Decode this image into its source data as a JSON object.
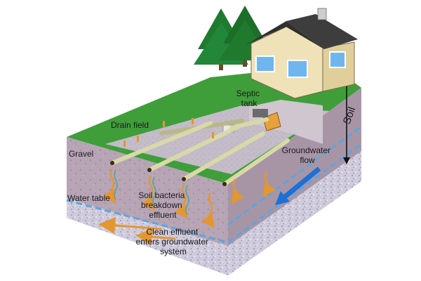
{
  "labels": {
    "septic_tank": [
      "Septic",
      "tank"
    ],
    "drain_field": "Drain field",
    "gravel": "Gravel",
    "soil": "Soil",
    "groundwater_flow": [
      "Groundwater",
      "flow"
    ],
    "water_table": "Water table",
    "soil_bacteria": [
      "Soil bacteria",
      "breakdown",
      "effluent"
    ],
    "clean_effluent": [
      "Clean effluent",
      "enters groundwater",
      "system"
    ]
  },
  "colors": {
    "grass": "#3f9e3a",
    "soil": "#b9a6b6",
    "soil_dark": "#9c8899",
    "gravel_bed": "#c9c6d6",
    "groundwater": "#5aa6df",
    "pipe": "#d9d9a8",
    "effluent_arrow": "#e4962f",
    "house_wall": "#efe2b8",
    "roof": "#3d3d3d",
    "tree": "#1f7a2e"
  },
  "icons": [
    "house-icon",
    "tree-icon",
    "septic-tank-icon",
    "drain-pipe-icon",
    "flow-arrow-icon",
    "dimension-arrow-icon"
  ]
}
